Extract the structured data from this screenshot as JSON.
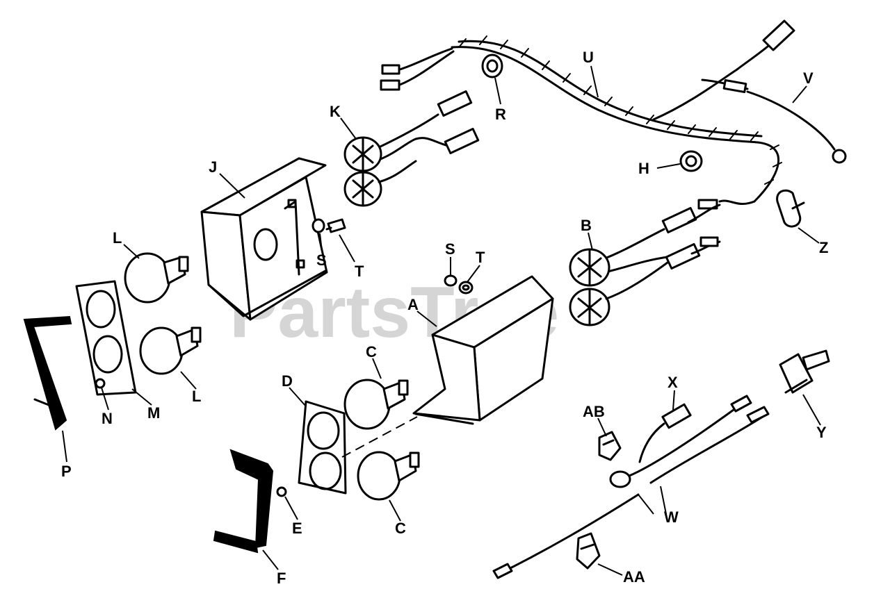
{
  "watermark": "PartsTree",
  "colors": {
    "ink": "#000000",
    "background": "#ffffff",
    "watermark": "#b4b4b4"
  },
  "labels": {
    "U": "U",
    "V": "V",
    "R": "R",
    "K": "K",
    "H": "H",
    "J": "J",
    "B": "B",
    "Z": "Z",
    "S1": "S",
    "T1": "T",
    "S2": "S",
    "T2": "T",
    "L1": "L",
    "L2": "L",
    "A": "A",
    "C1": "C",
    "C2": "C",
    "D": "D",
    "M": "M",
    "N": "N",
    "P": "P",
    "E": "E",
    "F": "F",
    "X": "X",
    "AB": "AB",
    "Y": "Y",
    "W": "W",
    "AA": "AA"
  }
}
